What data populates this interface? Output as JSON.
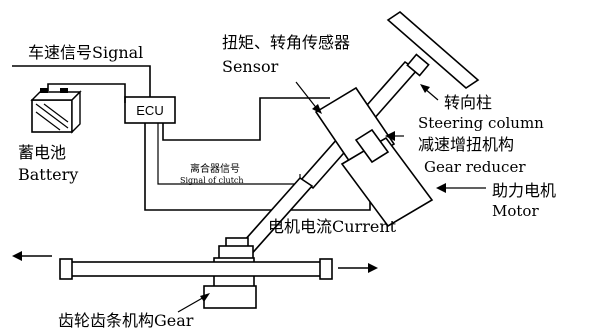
{
  "labels": {
    "signal": "车速信号Signal",
    "sensor_cn": "扭矩、转角传感器",
    "sensor_en": "Sensor",
    "ecu": "ECU",
    "battery_cn": "蓄电池",
    "battery_en": "Battery",
    "steering_cn": "转向柱",
    "steering_en": "Steering column",
    "reducer_cn": "减速增扭机构",
    "reducer_en": "Gear reducer",
    "motor_cn": "助力电机",
    "motor_en": "Motor",
    "clutch_cn": "离合器信号",
    "clutch_en": "Signal of clutch",
    "current": "电机电流Current",
    "gear": "齿轮齿条机构Gear"
  }
}
